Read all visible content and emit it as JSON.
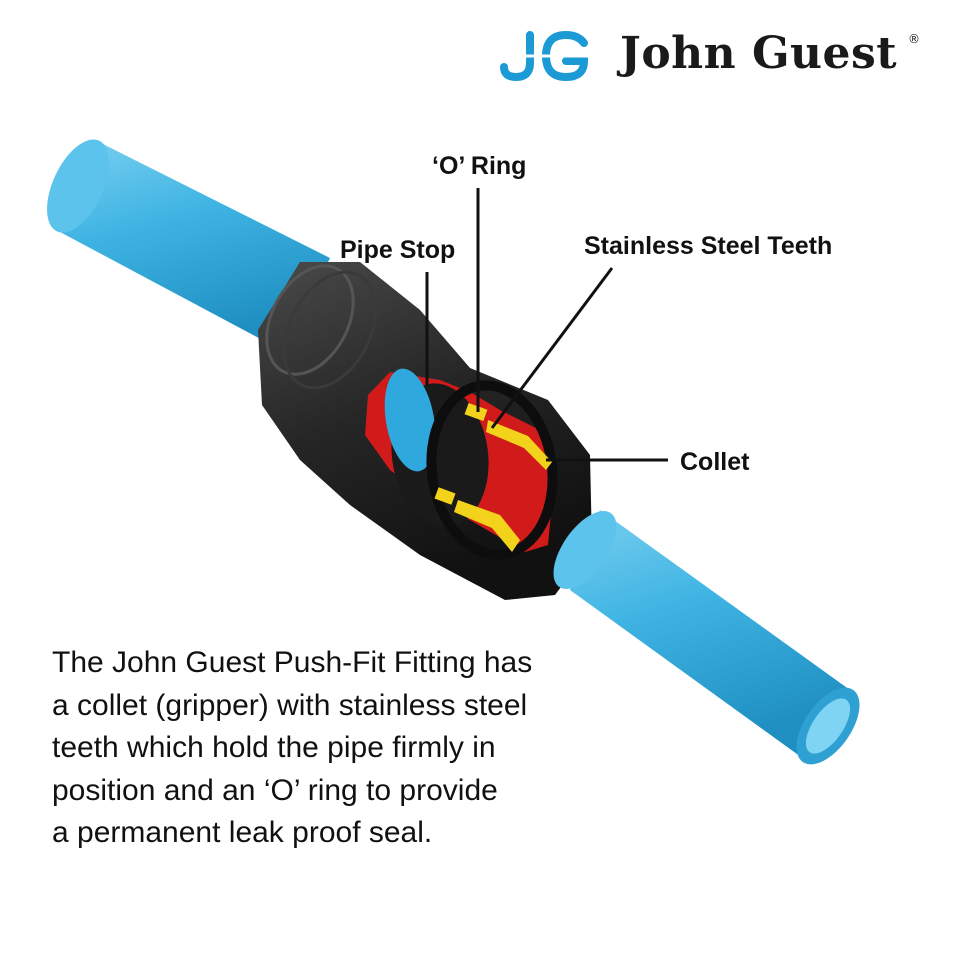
{
  "brand": {
    "name": "John Guest",
    "registered_mark": "®",
    "logo_text": "JG",
    "logo_color": "#1b9ad6"
  },
  "labels": {
    "o_ring": "‘O’ Ring",
    "pipe_stop": "Pipe Stop",
    "stainless_steel_teeth": "Stainless Steel Teeth",
    "collet": "Collet"
  },
  "caption": {
    "lines": [
      "The John Guest Push-Fit Fitting has",
      "a collet (gripper) with stainless steel",
      "teeth which hold the pipe firmly in",
      "position and an ‘O’ ring to provide",
      "a permanent leak proof seal."
    ]
  },
  "colors": {
    "pipe": "#3fb4e3",
    "pipe_dark": "#1f8fc2",
    "fitting_body": "#2b2b2b",
    "cutaway_red": "#d11a1a",
    "teeth_yellow": "#f2d21a",
    "leader_line": "#111111"
  }
}
